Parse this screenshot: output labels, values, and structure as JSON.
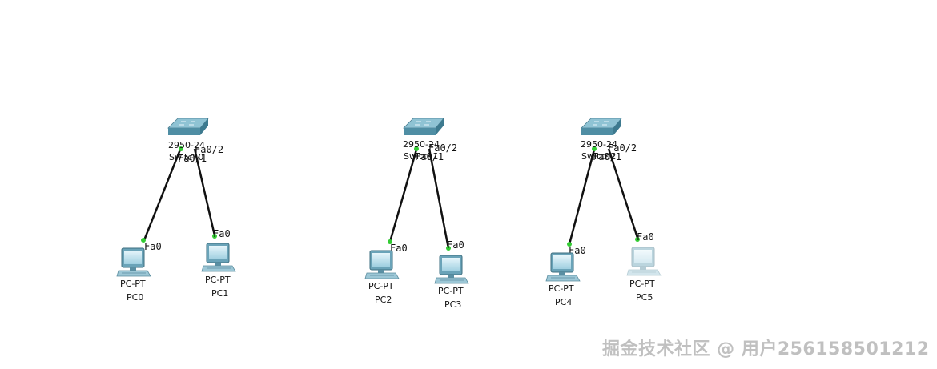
{
  "colors": {
    "cable": "#111111",
    "link_light": "#33cc33",
    "switch_top": "#8fc3d4",
    "switch_front": "#4f8ea4",
    "switch_side": "#3d7a8f",
    "pc_screen": "#bfe3f0",
    "pc_body": "#6aa3b8"
  },
  "topologies": [
    {
      "switch": {
        "model": "2950-24",
        "name": "Switch0",
        "ports": [
          "Fa0/2",
          "Fa0/1"
        ],
        "icon": "switch-icon"
      },
      "pcs": [
        {
          "type": "PC-PT",
          "name": "PC0",
          "port": "Fa0",
          "icon": "pc-icon"
        },
        {
          "type": "PC-PT",
          "name": "PC1",
          "port": "Fa0",
          "icon": "pc-icon"
        }
      ]
    },
    {
      "switch": {
        "model": "2950-24",
        "name": "Switch1",
        "ports": [
          "Fa0/2",
          "Fa0/1"
        ],
        "icon": "switch-icon"
      },
      "pcs": [
        {
          "type": "PC-PT",
          "name": "PC2",
          "port": "Fa0",
          "icon": "pc-icon"
        },
        {
          "type": "PC-PT",
          "name": "PC3",
          "port": "Fa0",
          "icon": "pc-icon"
        }
      ]
    },
    {
      "switch": {
        "model": "2950-24",
        "name": "Switch2",
        "ports": [
          "Fa0/2",
          "Fa0/1"
        ],
        "icon": "switch-icon"
      },
      "pcs": [
        {
          "type": "PC-PT",
          "name": "PC4",
          "port": "Fa0",
          "icon": "pc-icon"
        },
        {
          "type": "PC-PT",
          "name": "PC5",
          "port": "Fa0",
          "icon": "pc-icon",
          "faded": true
        }
      ]
    }
  ],
  "watermark": "掘金技术社区 @ 用户2561585012​12"
}
